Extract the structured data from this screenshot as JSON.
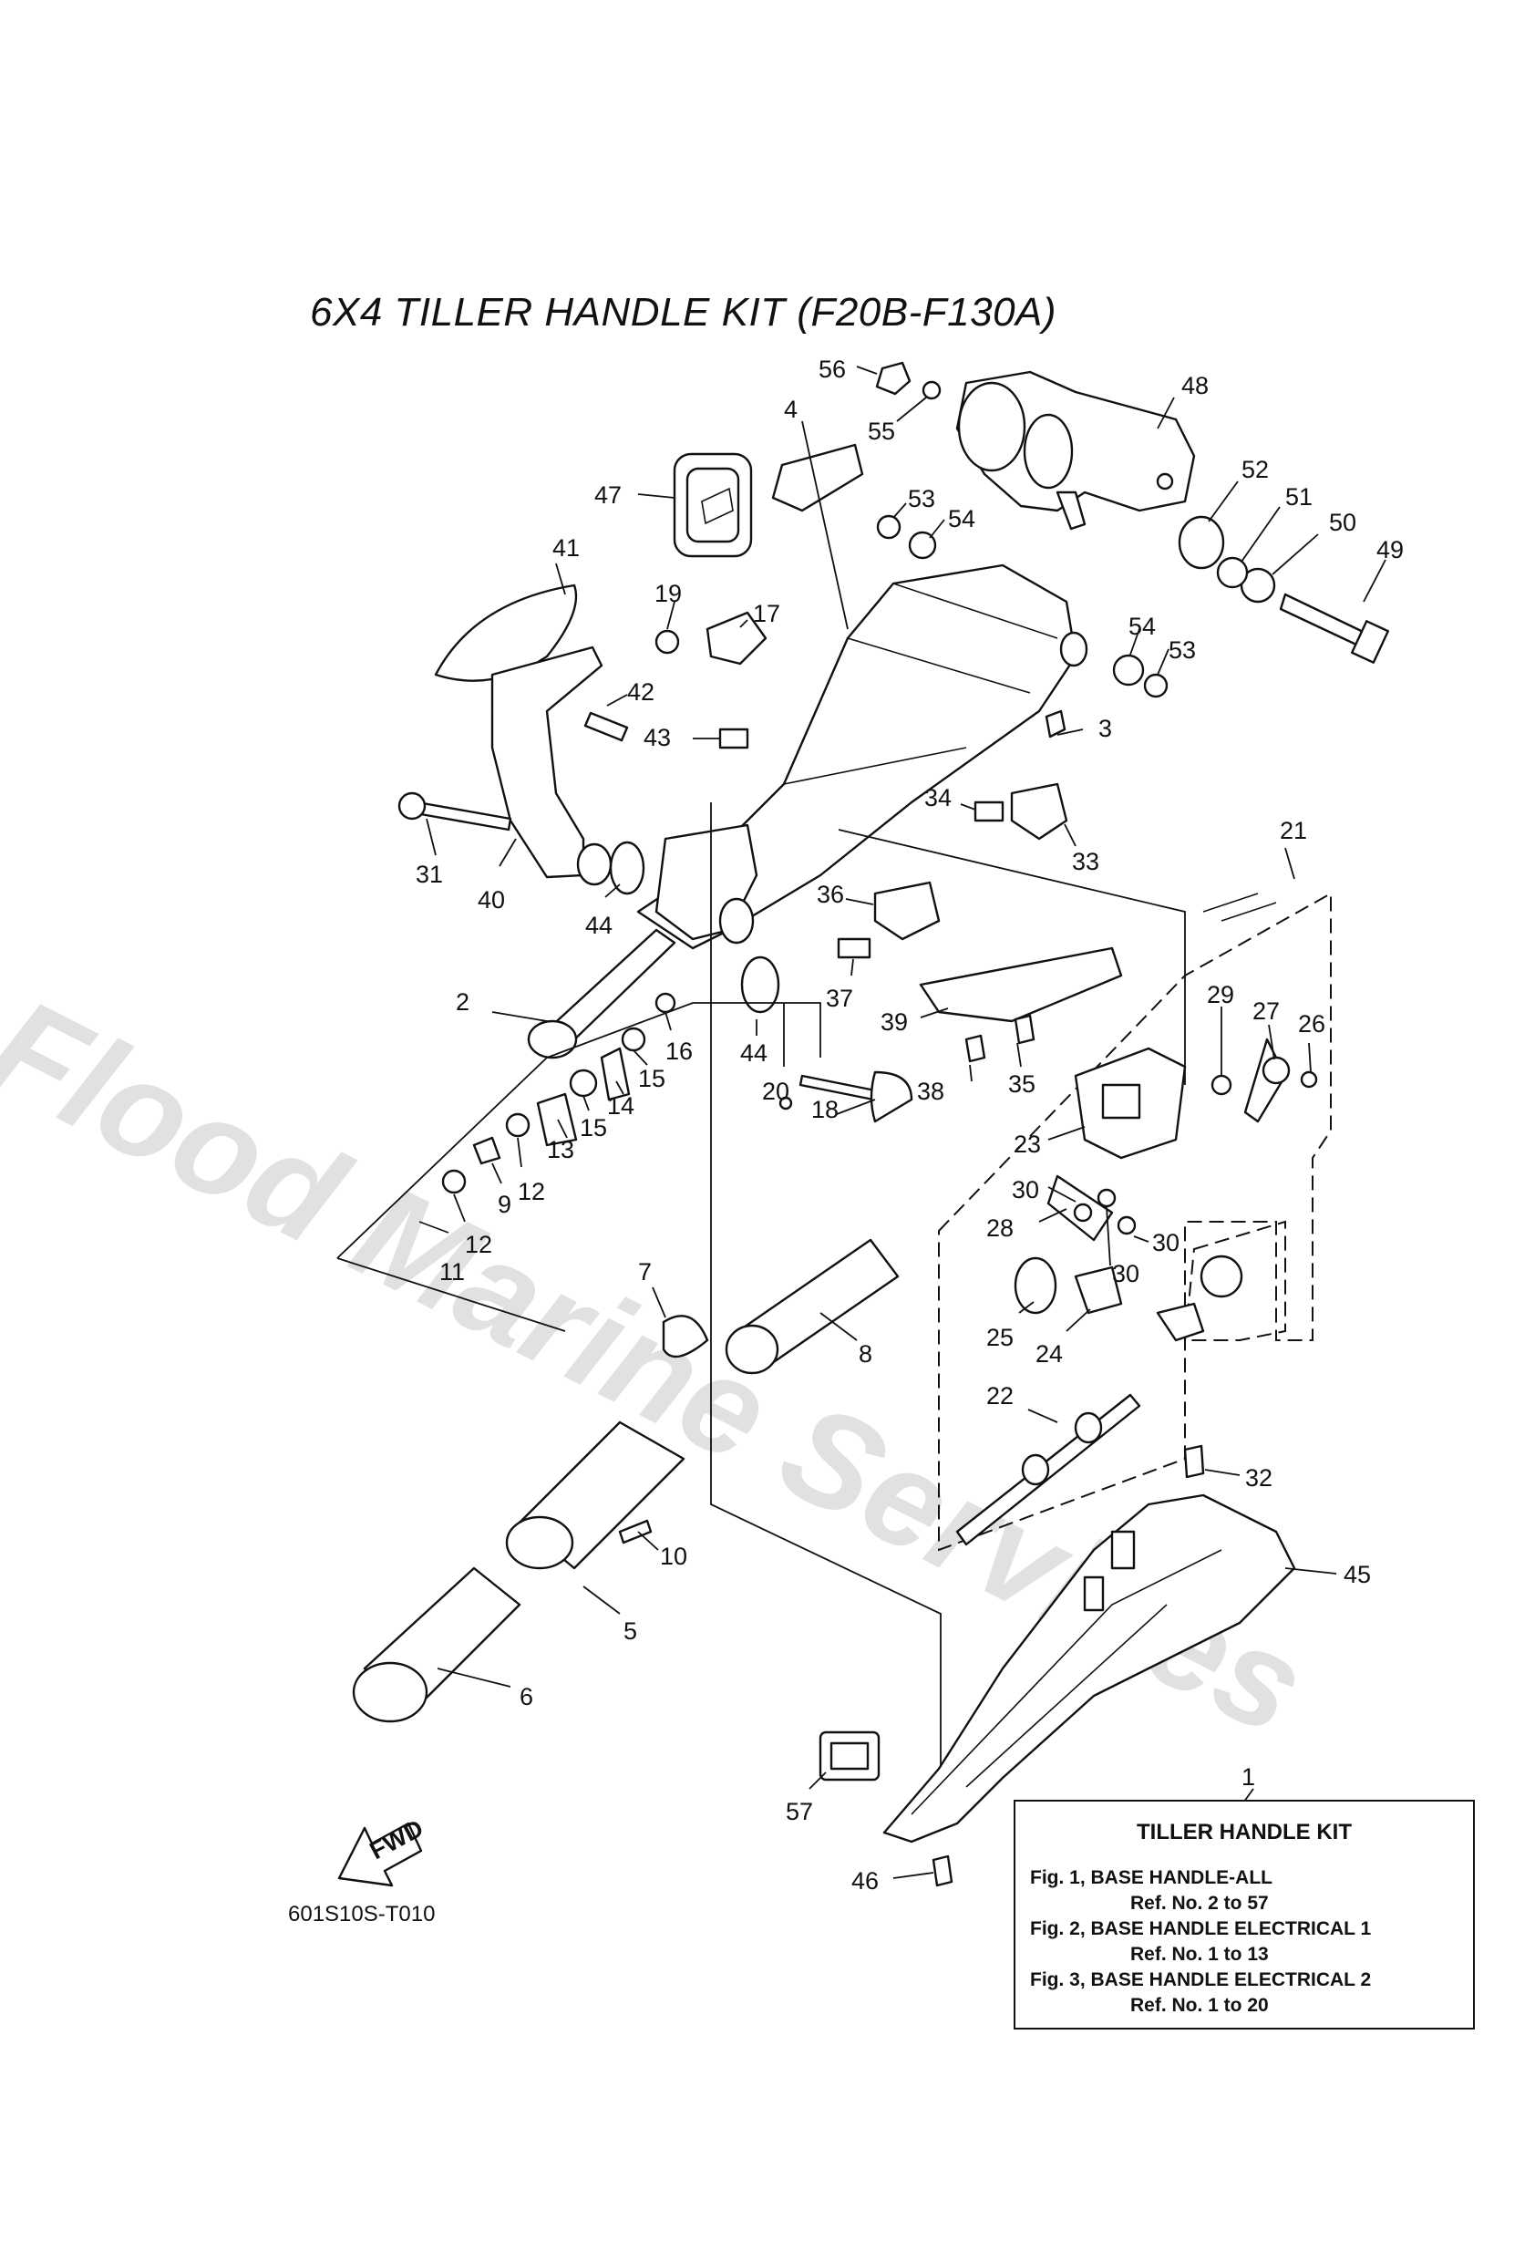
{
  "title": "6X4 TILLER HANDLE KIT (F20B-F130A)",
  "watermark": "Flood Marine Services",
  "figure_code": "601S10S-T010",
  "fwd_label": "FWD",
  "kit_box": {
    "title": "TILLER HANDLE KIT",
    "rows": [
      {
        "fig": "Fig. 1, BASE HANDLE-ALL",
        "ref": "Ref. No. 2 to 57"
      },
      {
        "fig": "Fig. 2, BASE HANDLE ELECTRICAL 1",
        "ref": "Ref. No. 1 to 13"
      },
      {
        "fig": "Fig. 3, BASE HANDLE ELECTRICAL 2",
        "ref": "Ref. No. 1 to 20"
      }
    ]
  },
  "callouts": [
    "1",
    "2",
    "3",
    "4",
    "5",
    "6",
    "7",
    "8",
    "9",
    "10",
    "11",
    "12",
    "12",
    "13",
    "14",
    "15",
    "15",
    "16",
    "17",
    "18",
    "19",
    "20",
    "21",
    "22",
    "23",
    "24",
    "25",
    "26",
    "27",
    "28",
    "29",
    "30",
    "30",
    "30",
    "31",
    "32",
    "33",
    "34",
    "35",
    "36",
    "37",
    "38",
    "39",
    "40",
    "41",
    "42",
    "43",
    "44",
    "44",
    "45",
    "46",
    "47",
    "48",
    "49",
    "50",
    "51",
    "52",
    "53",
    "53",
    "54",
    "54",
    "55",
    "56",
    "57"
  ]
}
